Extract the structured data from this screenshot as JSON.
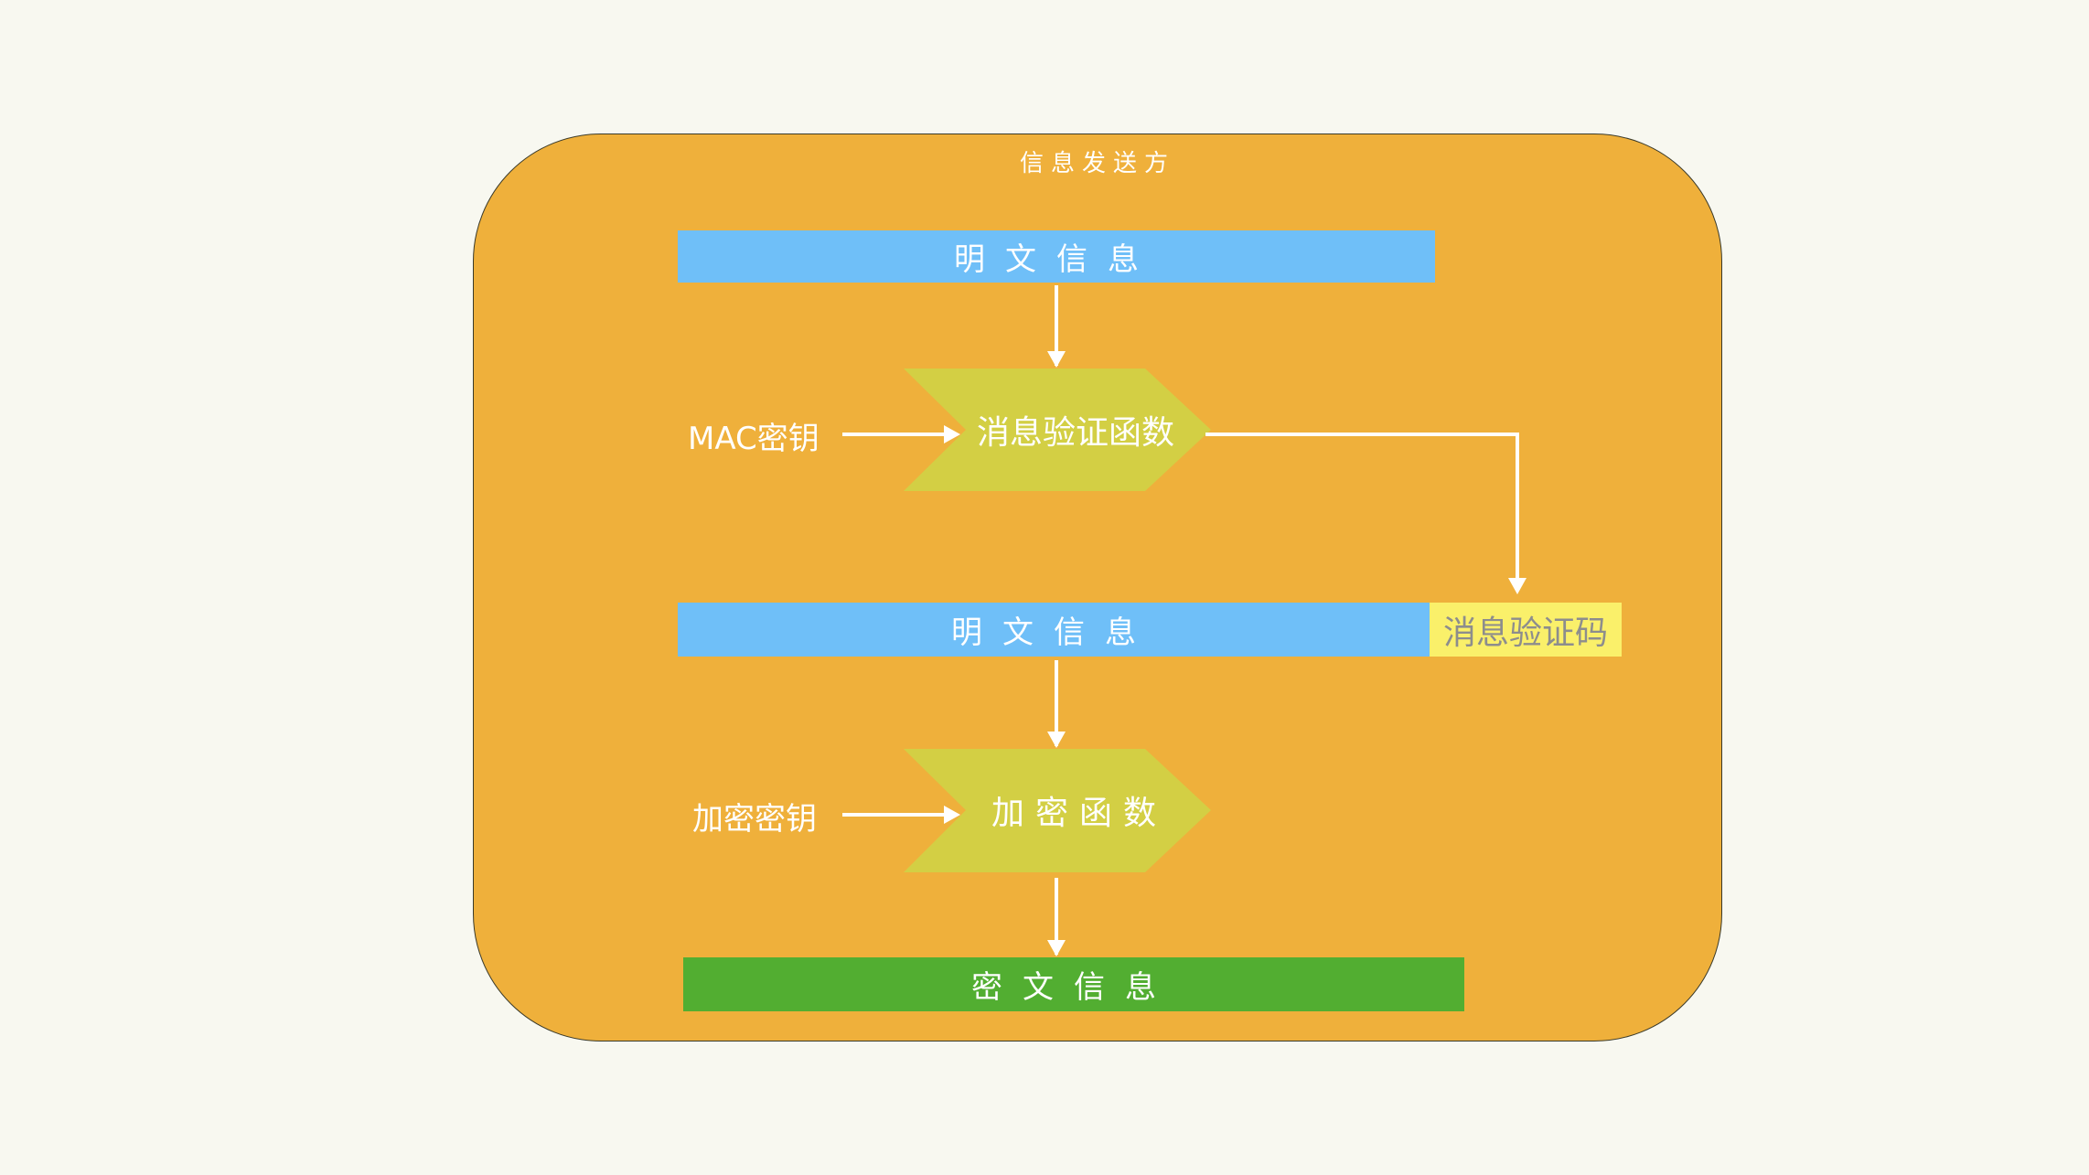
{
  "title": "信息发送方",
  "plaintext_top": "明文信息",
  "mac_key_label": "MAC密钥",
  "mac_function_label": "消息验证函数",
  "plaintext_mid": "明文信息",
  "mac_code_label": "消息验证码",
  "enc_key_label": "加密密钥",
  "enc_function_label": "加密函数",
  "ciphertext_label": "密文信息",
  "colors": {
    "background": "#f8f8f0",
    "container": "#efb03b",
    "plaintext": "#6fbff8",
    "function": "#d3cf44",
    "mac_code": "#faf06a",
    "ciphertext": "#52ae31",
    "arrow": "#ffffff"
  }
}
